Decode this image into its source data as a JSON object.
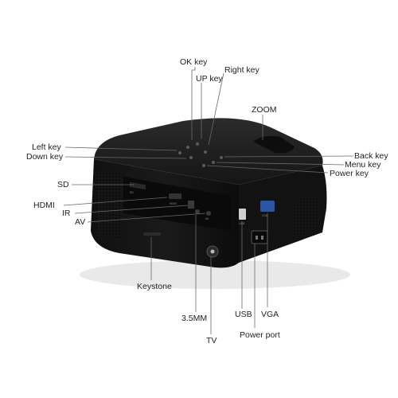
{
  "labels": {
    "ok_key": "OK key",
    "up_key": "UP key",
    "right_key": "Right key",
    "zoom": "ZOOM",
    "left_key": "Left key",
    "down_key": "Down key",
    "back_key": "Back key",
    "menu_key": "Menu key",
    "power_key": "Power key",
    "sd": "SD",
    "hdmi": "HDMI",
    "ir": "IR",
    "av": "AV",
    "keystone": "Keystone",
    "audio": "3.5MM",
    "tv": "TV",
    "usb": "USB",
    "vga": "VGA",
    "power_port": "Power port"
  },
  "panel_marks": {
    "sd_mark": "SD",
    "hdmi_mark": "HDMI",
    "usb_mark": "USB",
    "vga_mark": "VGA",
    "av_mark": "AV"
  },
  "colors": {
    "body": "#141414",
    "body_top": "#1f1f1f",
    "leader": "#6a6a6a",
    "background": "#ffffff"
  }
}
